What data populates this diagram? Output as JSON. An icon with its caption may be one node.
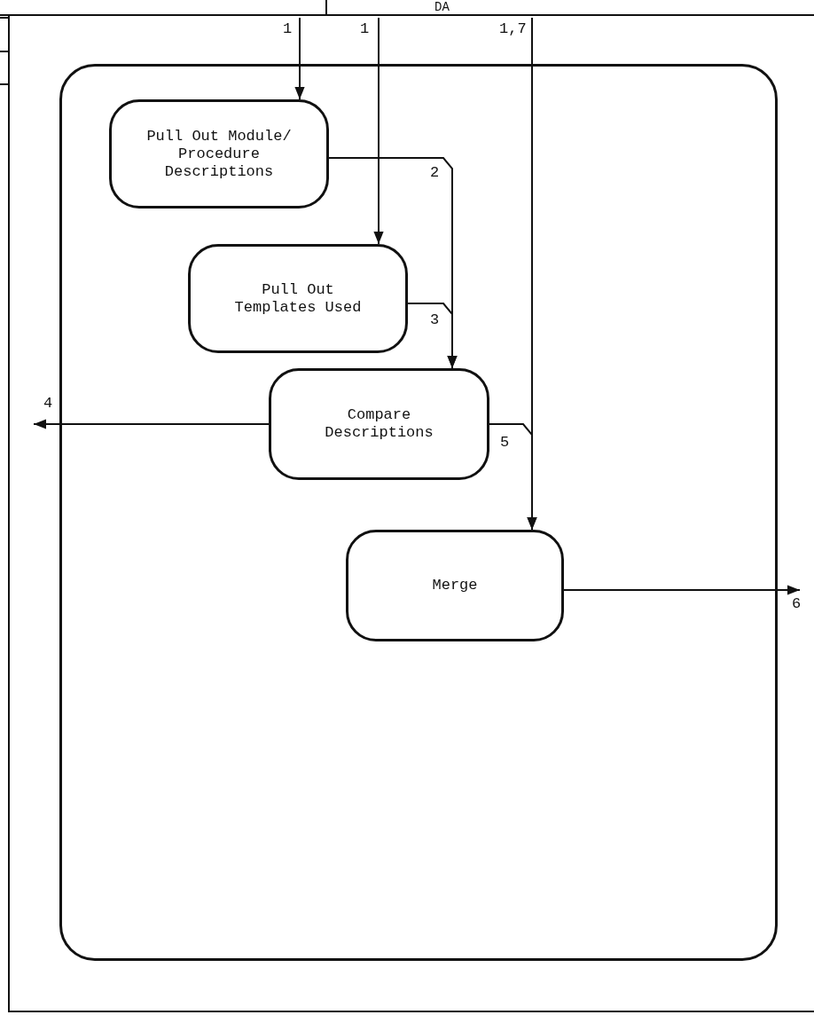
{
  "diagram": {
    "nodes": [
      {
        "text": [],
        "shape": "box"
      },
      {
        "text": [
          "Pull Out Module/ Procedure Descriptions"
        ],
        "in": 0
      },
      {
        "text": [
          "Pull Out Templates Used"
        ],
        "in": 0
      },
      {
        "text": [
          "Compare Descriptions"
        ],
        "in": 0
      },
      {
        "text": [
          "Merge"
        ],
        "in": 0
      }
    ],
    "edges": [
      {
        "from": null,
        "to": 1,
        "arrow": "to",
        "label": "1"
      },
      {
        "from": null,
        "to": 2,
        "arrow": "to",
        "label": "1"
      },
      {
        "from": 1,
        "to": 3,
        "arrow": "to",
        "label": "2"
      },
      {
        "from": 2,
        "to": 3,
        "arrow": "to",
        "label": "3"
      },
      {
        "from": 3,
        "to": null,
        "arrow": "to",
        "label": "4"
      },
      {
        "from": 3,
        "to": 4,
        "arrow": "to",
        "label": "5"
      },
      {
        "from": null,
        "to": 4,
        "arrow": "to",
        "label": "1,7"
      },
      {
        "from": 4,
        "to": null,
        "arrow": "to",
        "label": "6"
      }
    ],
    "labels": [
      "DA"
    ]
  }
}
